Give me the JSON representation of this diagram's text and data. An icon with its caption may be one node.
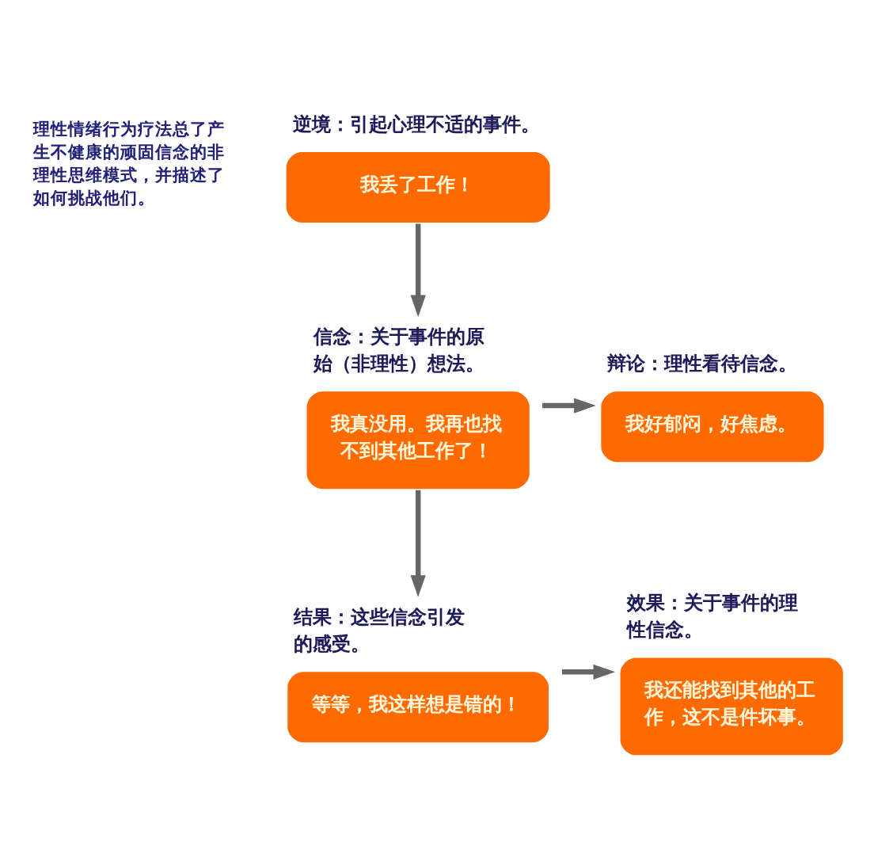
{
  "diagram": {
    "nodes": [
      {
        "text": [
          "逆境：引起心理不适的事件。",
          "我丢了工作！"
        ]
      },
      {
        "text": [
          "信念：关于事件的原始（非理性）想法。",
          "我真没用。我再也找不到其他工作了！"
        ]
      },
      {
        "text": [
          "辩论：理性看待信念。",
          "我好郁闷，好焦虑。"
        ]
      },
      {
        "text": [
          "结果：这些信念引发的感受。",
          "等等，我这样想是错的！"
        ]
      },
      {
        "text": [
          "效果：关于事件的理性信念。",
          "我还能找到其他的工作，这不是件坏事。"
        ]
      }
    ],
    "edges": [
      {
        "from": 0,
        "to": 1,
        "arrow": "to"
      },
      {
        "from": 1,
        "to": 2,
        "arrow": "to"
      },
      {
        "from": 1,
        "to": 3,
        "arrow": "to"
      },
      {
        "from": 3,
        "to": 4,
        "arrow": "to"
      }
    ],
    "labels": [
      "理性情绪行为疗法总了产生不健康的顽固信念的非理性思维模式，并描述了如何挑战他们。"
    ]
  }
}
